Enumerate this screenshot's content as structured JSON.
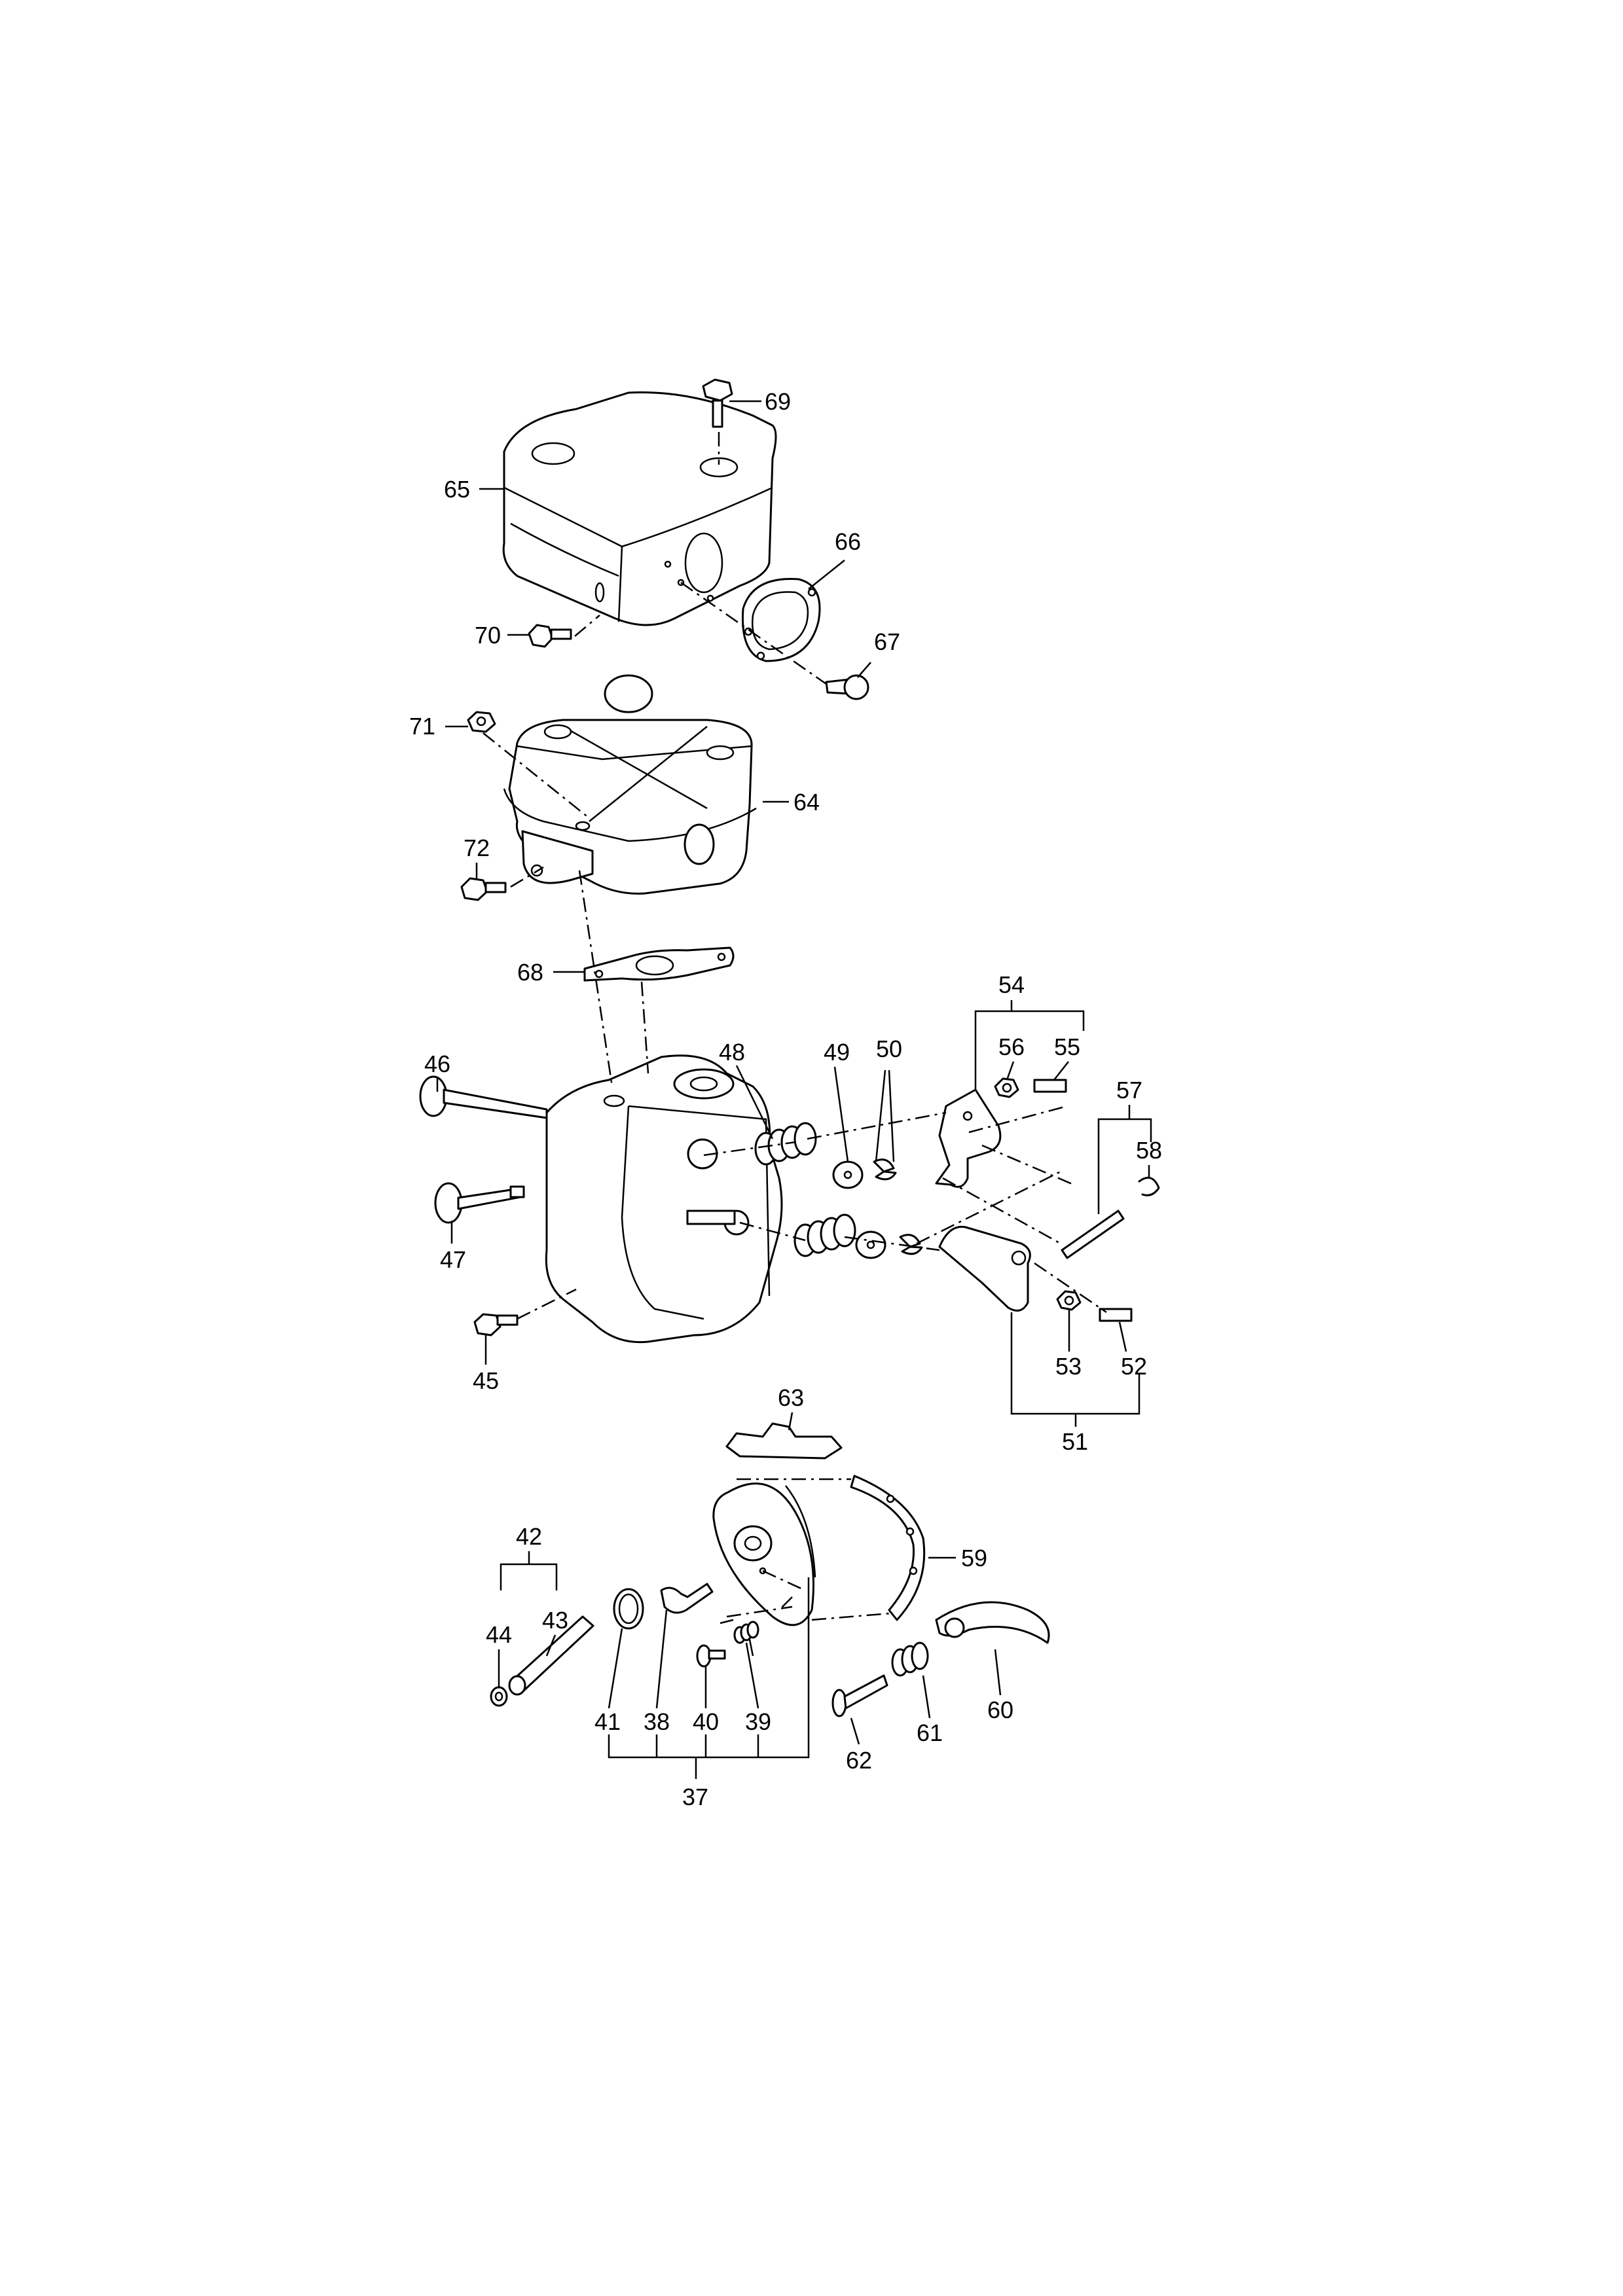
{
  "callouts": {
    "n37": "37",
    "n38": "38",
    "n39": "39",
    "n40": "40",
    "n41": "41",
    "n42": "42",
    "n43": "43",
    "n44": "44",
    "n45": "45",
    "n46": "46",
    "n47": "47",
    "n48": "48",
    "n49": "49",
    "n50": "50",
    "n51": "51",
    "n52": "52",
    "n53": "53",
    "n54": "54",
    "n55": "55",
    "n56": "56",
    "n57": "57",
    "n58": "58",
    "n59": "59",
    "n60": "60",
    "n61": "61",
    "n62": "62",
    "n63": "63",
    "n64": "64",
    "n65": "65",
    "n66": "66",
    "n67": "67",
    "n68": "68",
    "n69": "69",
    "n70": "70",
    "n71": "71",
    "n72": "72"
  }
}
